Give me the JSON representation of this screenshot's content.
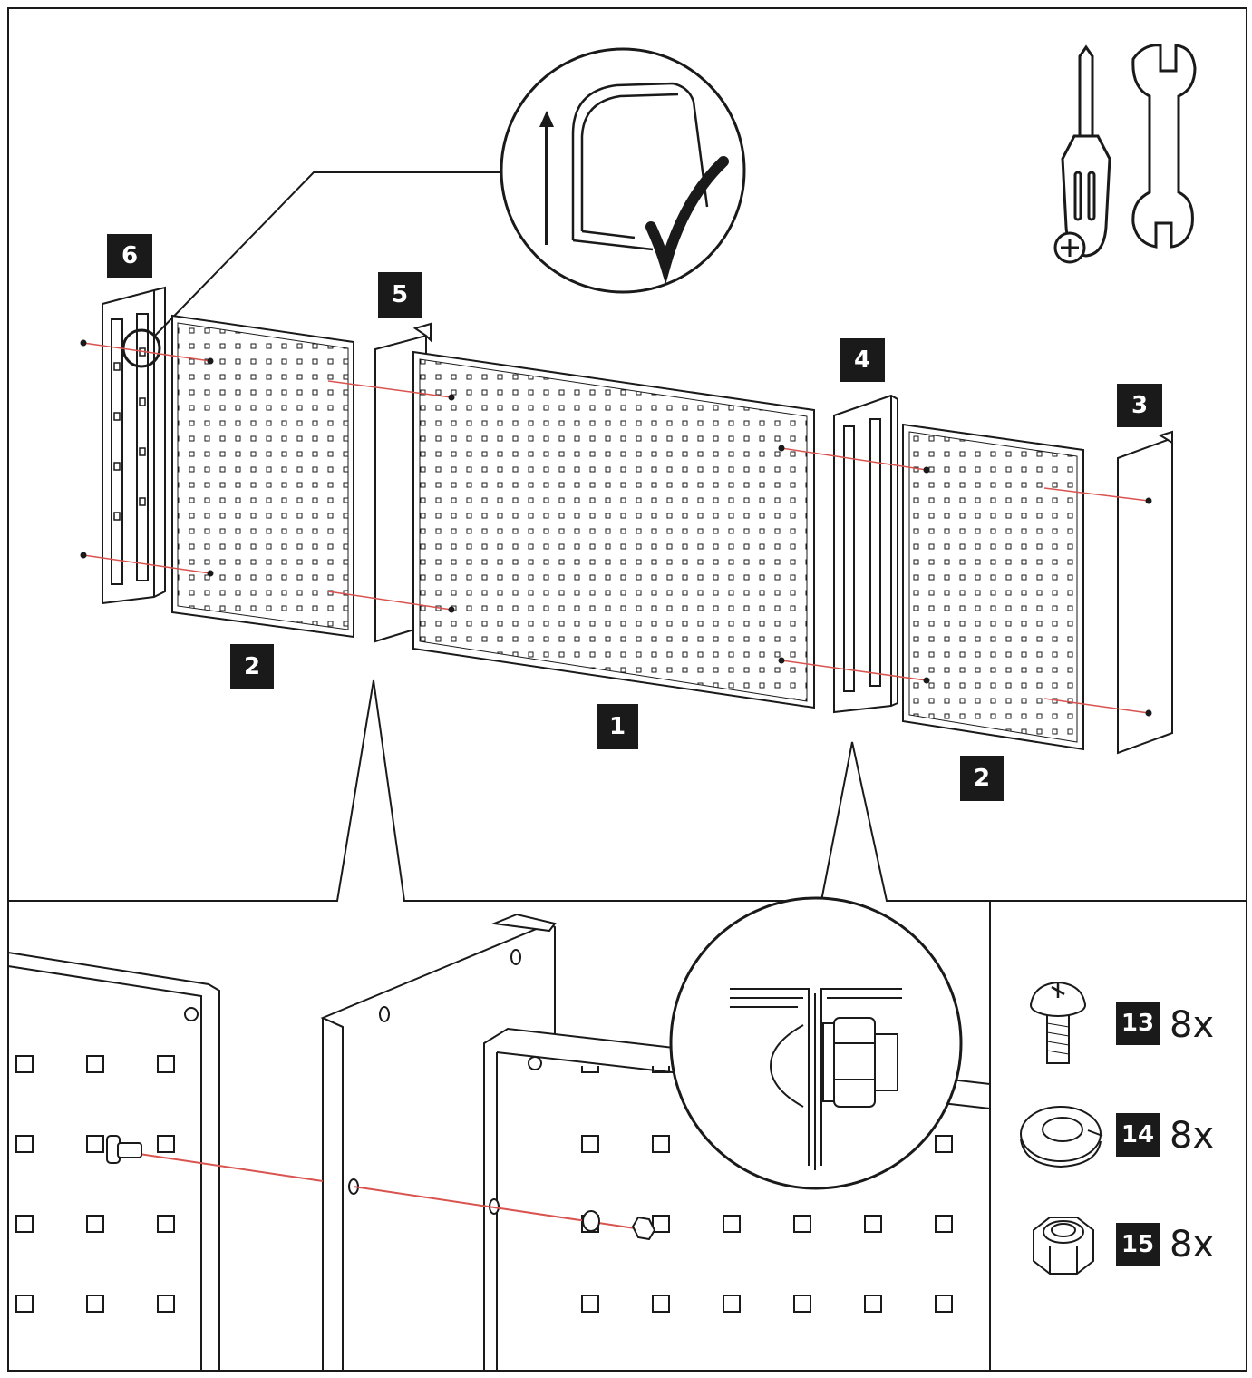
{
  "part_labels": {
    "panel_main": "1",
    "panel_left": "2",
    "panel_right": "2",
    "end_bracket_right": "3",
    "connector_right": "4",
    "connector_left": "5",
    "end_bracket_left": "6"
  },
  "hardware": [
    {
      "number": "13",
      "quantity": "8x",
      "icon": "screw-icon"
    },
    {
      "number": "14",
      "quantity": "8x",
      "icon": "spring-washer-icon"
    },
    {
      "number": "15",
      "quantity": "8x",
      "icon": "hex-nut-icon"
    }
  ],
  "tools": [
    "phillips-screwdriver-icon",
    "wrench-icon"
  ],
  "colors": {
    "line": "#1a1a1a",
    "fastener_path": "#d9534f",
    "label_bg": "#1a1a1a"
  }
}
